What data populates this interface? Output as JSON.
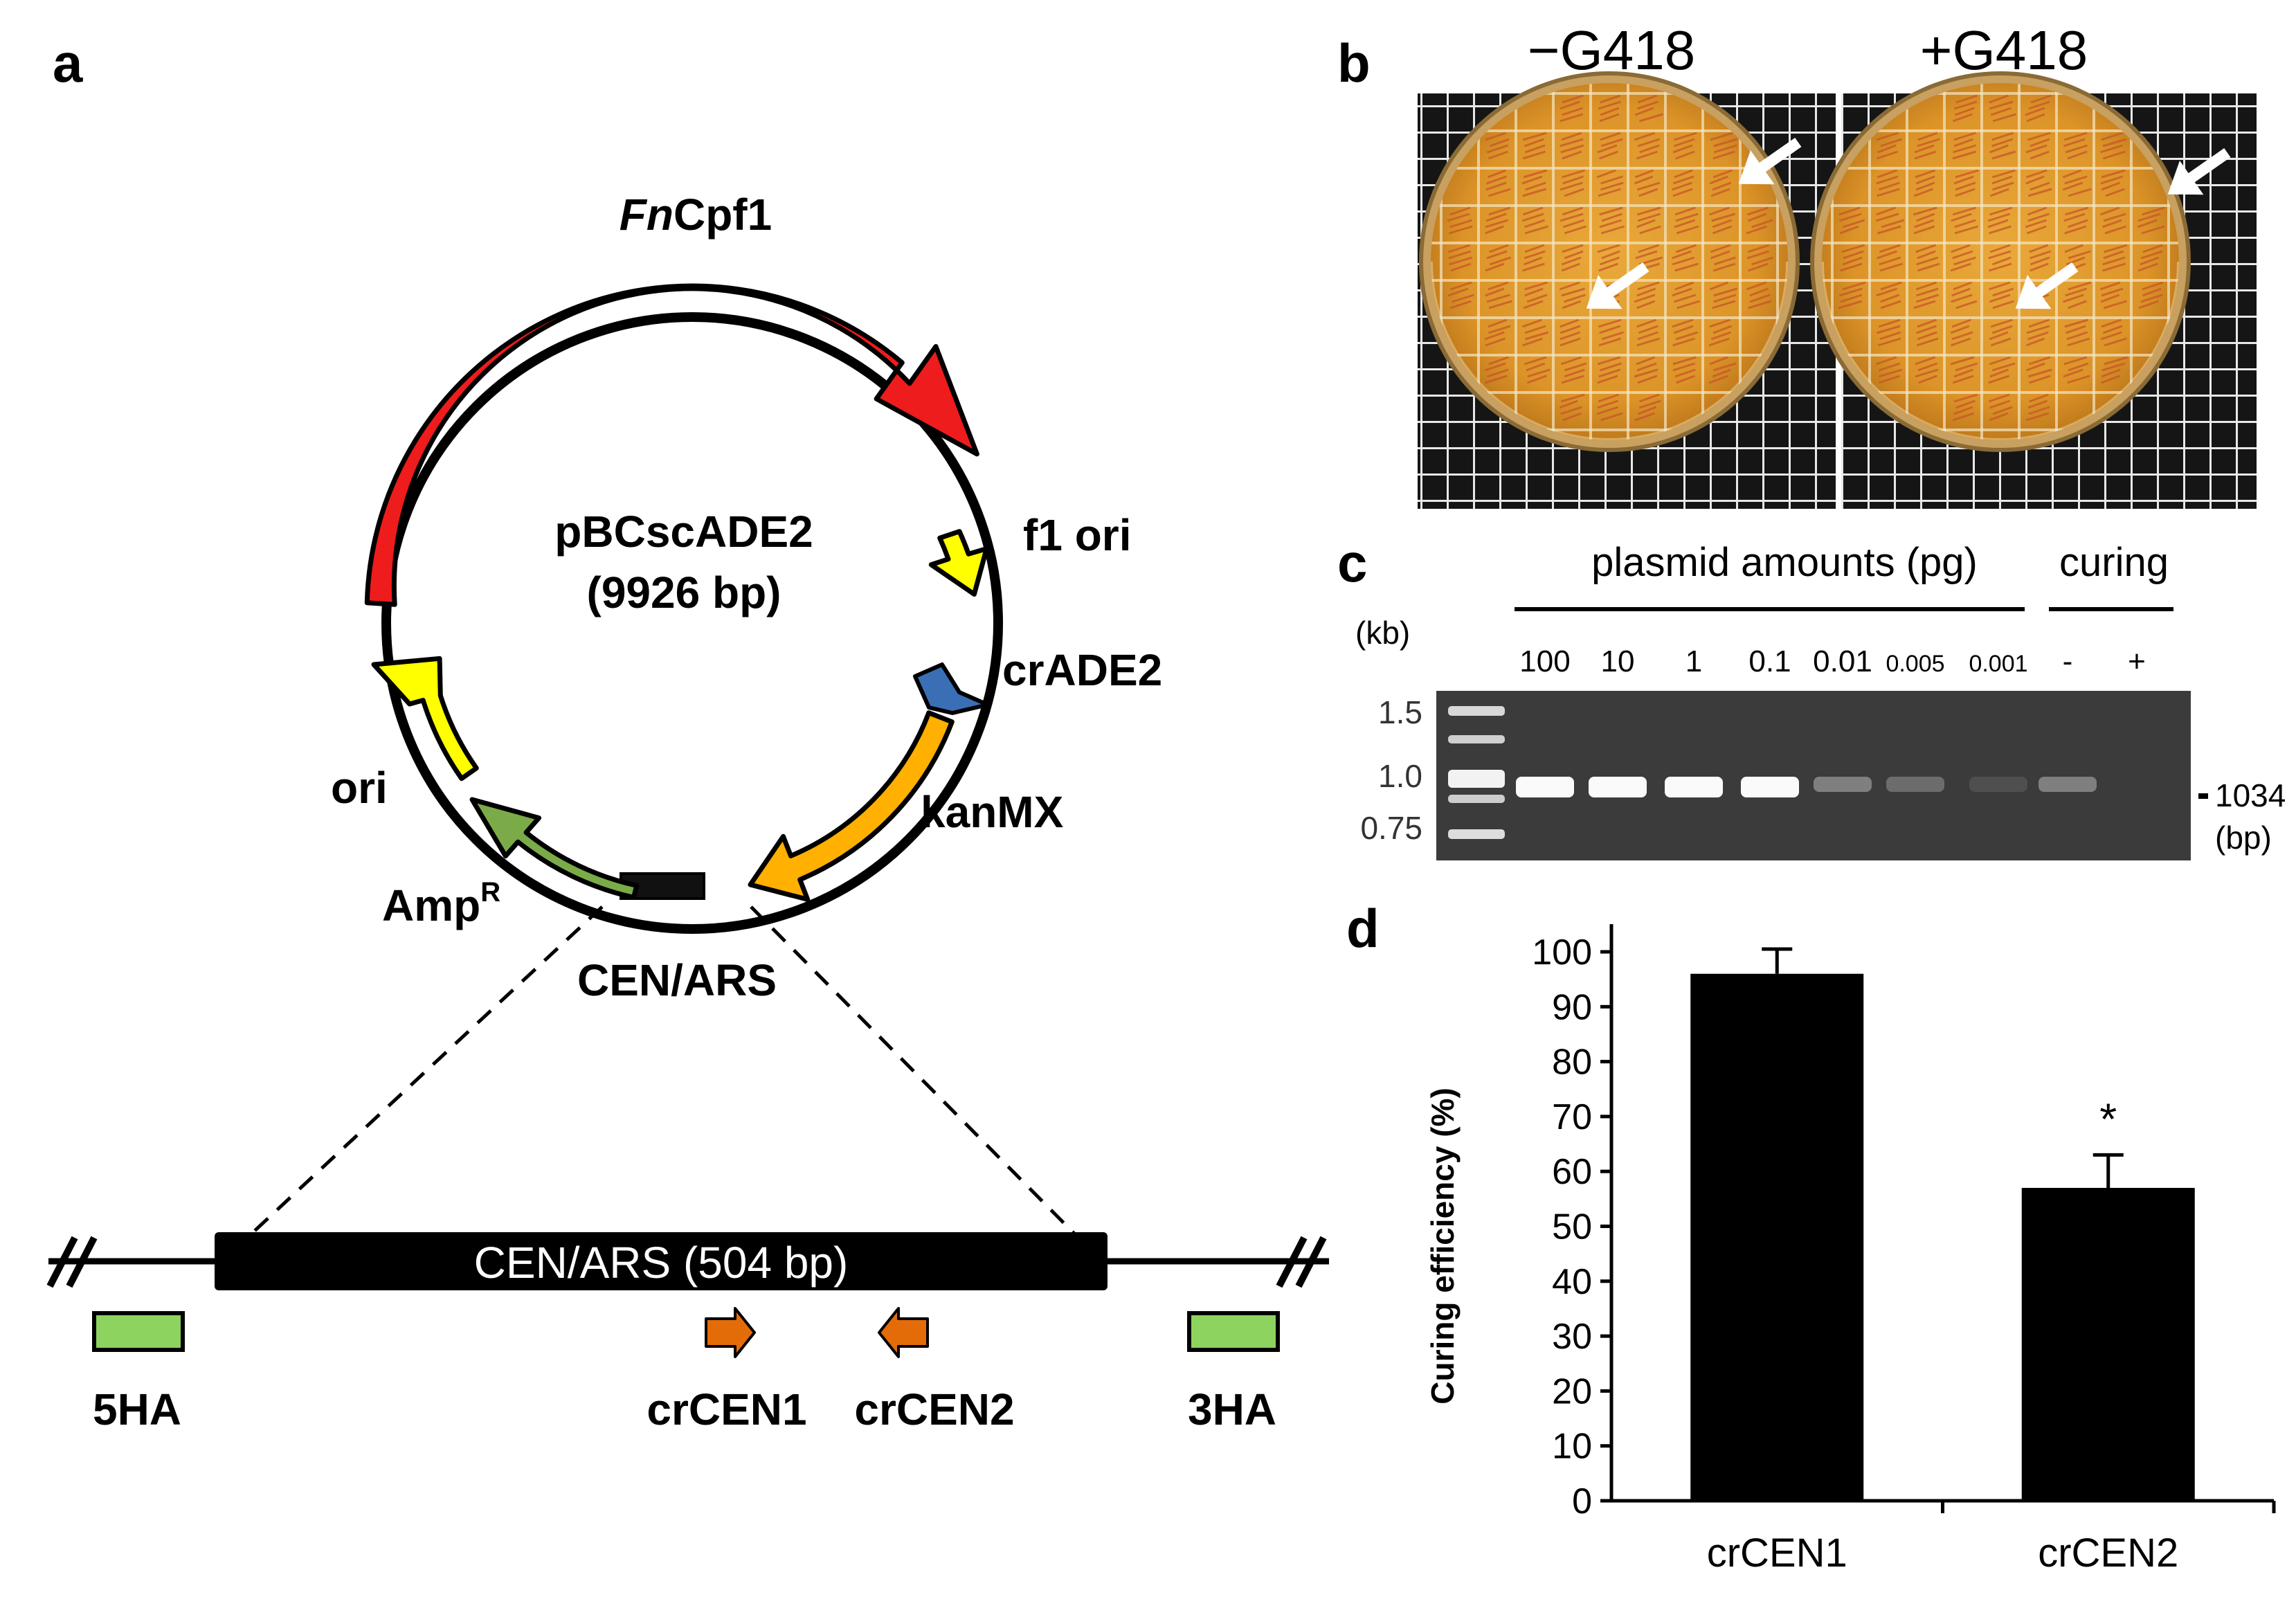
{
  "panels": {
    "a": "a",
    "b": "b",
    "c": "c",
    "d": "d"
  },
  "plasmid": {
    "name": "pBCscADE2",
    "size": "(9926 bp)",
    "features": {
      "fncpf1_italic": "Fn",
      "fncpf1_rest": "Cpf1",
      "f1ori": "f1 ori",
      "crade2": "crADE2",
      "kanmx": "kanMX",
      "cenars": "CEN/ARS",
      "ampr": "Amp",
      "ampr_sup": "R",
      "ori": "ori"
    },
    "colors": {
      "fncpf1": "#ee1c1c",
      "f1ori": "#ffff00",
      "crade2": "#3b6fb5",
      "kanmx": "#ffb000",
      "ampr": "#7aab48",
      "ori": "#ffff00",
      "cenars": "#111111"
    }
  },
  "locus": {
    "bar_label": "CEN/ARS (504 bp)",
    "ha5": "5HA",
    "ha3": "3HA",
    "crcen1": "crCEN1",
    "crcen2": "crCEN2",
    "colors": {
      "ha": "#8dd35f",
      "crrna": "#e36c09"
    }
  },
  "plates": {
    "minus": "−G418",
    "plus": "+G418",
    "arrow_icon": "white-arrow-icon"
  },
  "gel": {
    "group1": "plasmid amounts (pg)",
    "group2": "curing",
    "unit": "(kb)",
    "lanes": [
      "100",
      "10",
      "1",
      "0.1",
      "0.01",
      "0.005",
      "0.001",
      "-",
      "+"
    ],
    "markers": [
      "1.5",
      "1.0",
      "0.75"
    ],
    "band_label": "1034",
    "band_unit": "(bp)",
    "band_intensities": [
      1.0,
      1.0,
      1.0,
      1.0,
      0.35,
      0.25,
      0.1,
      0.35,
      0.0
    ]
  },
  "chart_data": {
    "type": "bar",
    "categories": [
      "crCEN1",
      "crCEN2"
    ],
    "values": [
      96,
      57
    ],
    "errors": [
      4.5,
      6
    ],
    "annotations": [
      "",
      "*"
    ],
    "ylabel": "Curing efficiency (%)",
    "ylim": [
      0,
      100
    ],
    "yticks": [
      "0",
      "10",
      "20",
      "30",
      "40",
      "50",
      "60",
      "70",
      "80",
      "90",
      "100"
    ],
    "bar_color": "#000000",
    "grid": false
  }
}
